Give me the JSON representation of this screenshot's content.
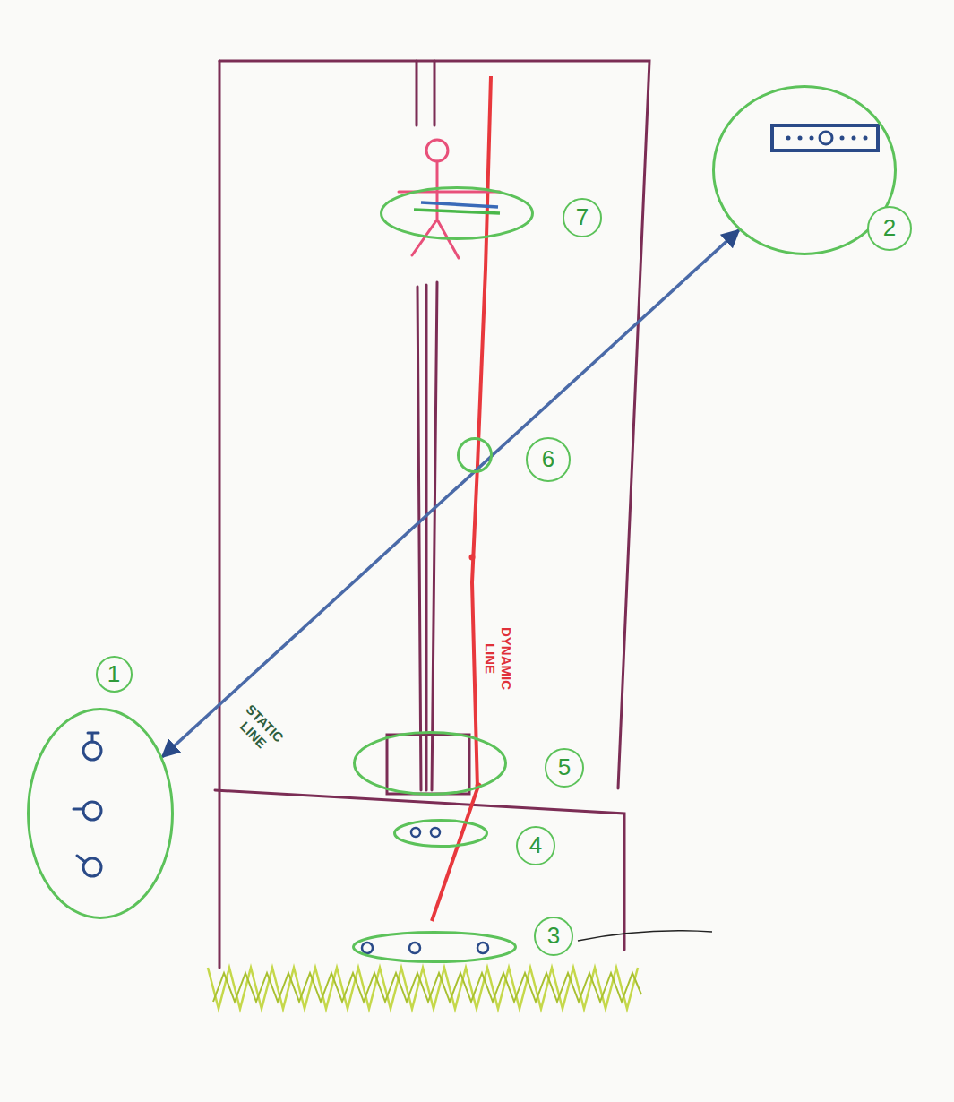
{
  "diagram": {
    "nodes": [
      {
        "text": [
          "1"
        ]
      },
      {
        "text": [
          "2"
        ]
      },
      {
        "text": [
          "3"
        ]
      },
      {
        "text": [
          "4"
        ]
      },
      {
        "text": [
          "5"
        ]
      },
      {
        "text": [
          "6"
        ]
      },
      {
        "text": [
          "7"
        ]
      }
    ],
    "edges": [
      {
        "from": 0,
        "to": 1,
        "arrow": "both",
        "label": "STATIC LINE"
      }
    ],
    "labels": [
      "DYNAMIC LINE"
    ]
  }
}
